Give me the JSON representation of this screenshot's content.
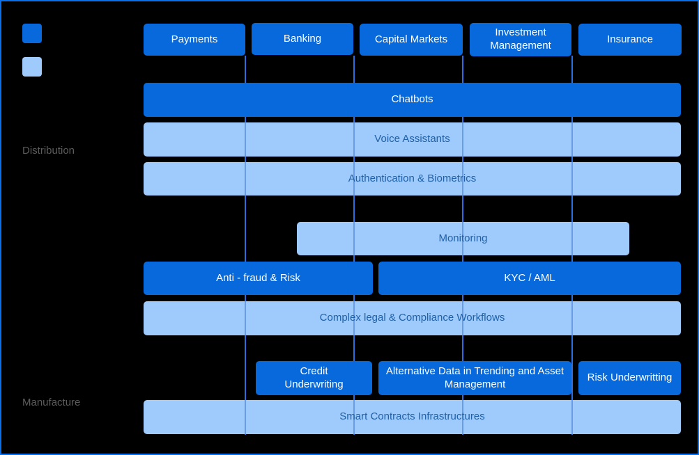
{
  "columns": [
    {
      "label": "Payments"
    },
    {
      "label": "Banking"
    },
    {
      "label": "Capital Markets"
    },
    {
      "label": "Investment Management"
    },
    {
      "label": "Insurance"
    }
  ],
  "side_labels": {
    "distribution": "Distribution",
    "manufacture": "Manufacture"
  },
  "capabilities": [
    {
      "label": "Chatbots",
      "style": "dark"
    },
    {
      "label": "Voice Assistants",
      "style": "light"
    },
    {
      "label": "Authentication & Biometrics",
      "style": "light"
    },
    {
      "label": "Monitoring",
      "style": "light"
    },
    {
      "label": "Anti - fraud & Risk",
      "style": "dark"
    },
    {
      "label": "KYC / AML",
      "style": "dark"
    },
    {
      "label": "Complex legal & Compliance Workflows",
      "style": "light"
    },
    {
      "label": "Credit Underwriting",
      "style": "dark"
    },
    {
      "label": "Alternative Data in Trending and Asset Management",
      "style": "dark"
    },
    {
      "label": "Risk Underwritting",
      "style": "dark"
    },
    {
      "label": "Smart Contracts Infrastructures",
      "style": "light"
    }
  ],
  "colors": {
    "dark_blue": "#0769db",
    "light_blue": "#9ecbfb",
    "text_on_dark": "#fdfdfd",
    "text_on_light": "#2060a8",
    "connector": "#2e6fe0",
    "frame_border": "#0a70e8",
    "background": "#000000",
    "side_label": "#5c5c5c"
  }
}
